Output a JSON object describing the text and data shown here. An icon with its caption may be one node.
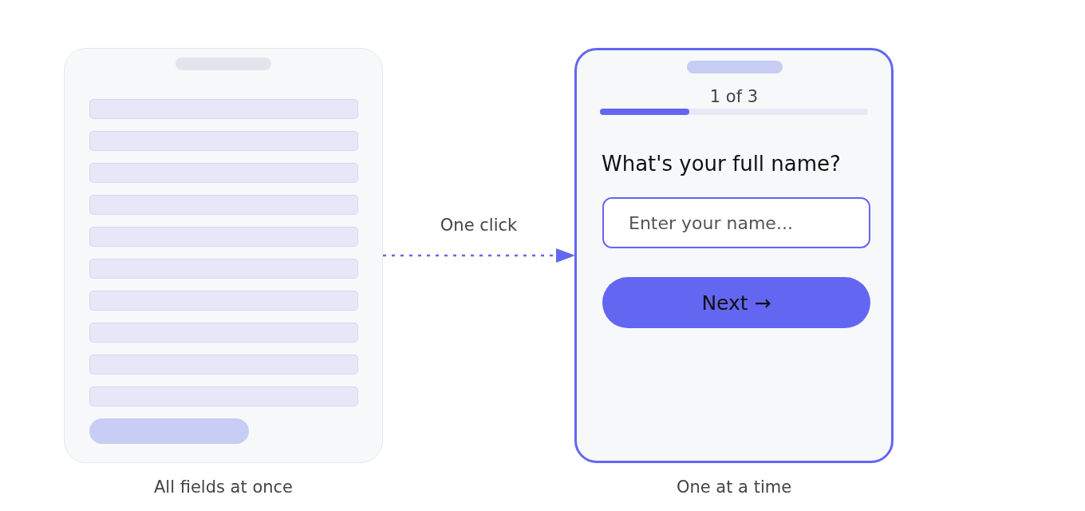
{
  "diagram": {
    "nodes": [
      {
        "text": [],
        "shape": "box",
        "beside": [
          "All fields at once"
        ]
      },
      {
        "text": [],
        "shape": "box",
        "beside": [
          "One at a time"
        ]
      },
      {
        "text": [
          "Enter your name..."
        ],
        "in": 1
      },
      {
        "text": [
          "Next →"
        ],
        "in": 1
      }
    ],
    "edges": [
      {
        "from": 0,
        "to": 1,
        "arrow": "to",
        "label": "One click",
        "style": "dashed"
      }
    ],
    "labels": [
      "1 of 3",
      "What's your full name?"
    ]
  }
}
